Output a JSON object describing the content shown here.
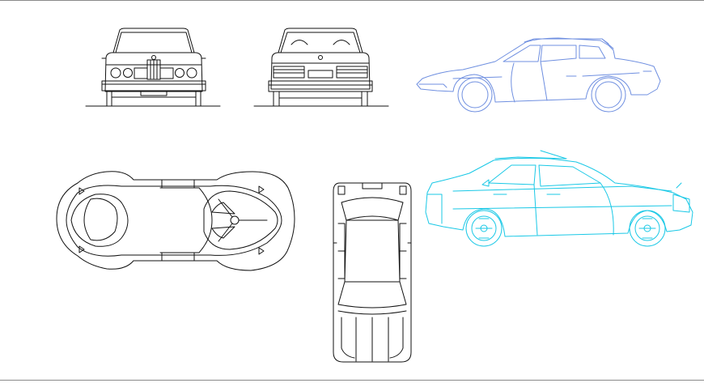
{
  "drawing": {
    "background": "#ffffff",
    "frame_color": "#8a8a8a",
    "line_colors": {
      "black": "#111111",
      "blue": "#6f8fe0",
      "cyan": "#19c8e6"
    },
    "views": [
      {
        "key": "front-elevation",
        "color": "black"
      },
      {
        "key": "rear-elevation",
        "color": "black"
      },
      {
        "key": "coupe-side-elevation",
        "color": "blue"
      },
      {
        "key": "beetle-top-plan",
        "color": "black"
      },
      {
        "key": "sedan-top-plan",
        "color": "black"
      },
      {
        "key": "sedan-side-elevation",
        "color": "cyan"
      }
    ]
  }
}
